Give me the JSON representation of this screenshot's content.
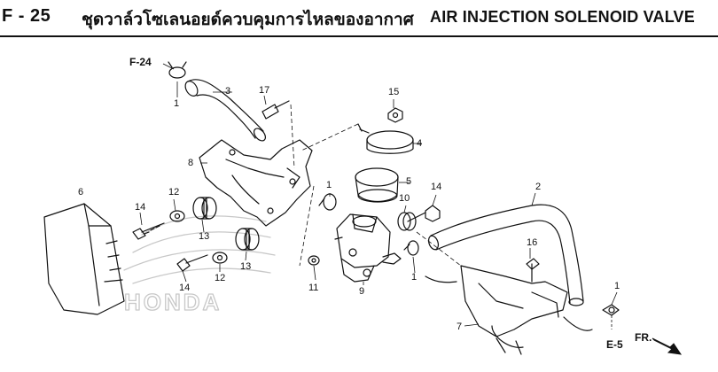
{
  "header": {
    "code": "F - 25",
    "title_th": "ชุดวาล์วโซเลนอยด์ควบคุมการไหลของอากาศ",
    "title_en": "AIR INJECTION SOLENOID VALVE"
  },
  "callouts": {
    "c1a": "1",
    "c3": "3",
    "c17": "17",
    "c15": "15",
    "c4": "4",
    "c8": "8",
    "c5": "5",
    "c6": "6",
    "c12a": "12",
    "c14a": "14",
    "c1b": "1",
    "c10": "10",
    "c14b": "14",
    "c2": "2",
    "c13a": "13",
    "c13b": "13",
    "c14c": "14",
    "c12b": "12",
    "c11": "11",
    "c9": "9",
    "c1c": "1",
    "c16": "16",
    "c1d": "1",
    "c7": "7"
  },
  "refs": {
    "f24": "F-24",
    "e5": "E-5",
    "fr": "FR."
  },
  "watermark": {
    "brand": "HONDA"
  }
}
